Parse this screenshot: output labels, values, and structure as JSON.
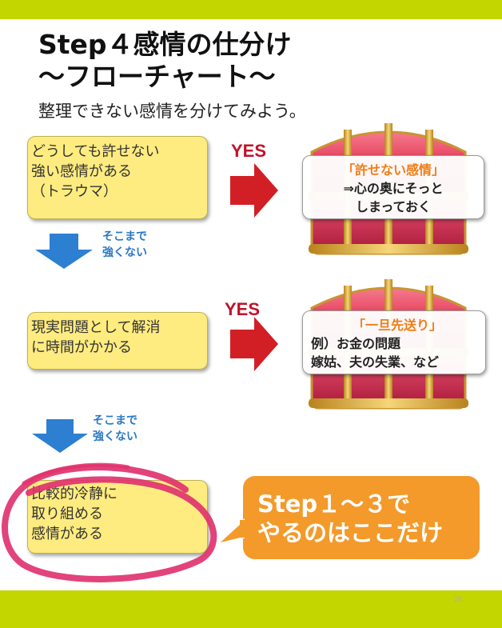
{
  "title": {
    "line1": "Step４感情の仕分け",
    "line2": "～フローチャート～"
  },
  "subtitle": "整理できない感情を分けてみよう。",
  "flow": [
    {
      "box_lines": [
        "どうしても許せない",
        "強い感情がある",
        "（トラウマ）"
      ],
      "yes_label": "YES",
      "result_title": "「許せない感情」",
      "result_lines": [
        "⇒心の奥にそっと",
        "しまっておく"
      ],
      "no_label": [
        "そこまで",
        "強くない"
      ]
    },
    {
      "box_lines": [
        "現実問題として解消",
        "に時間がかかる"
      ],
      "yes_label": "YES",
      "result_title": "「一旦先送り」",
      "result_lines": [
        "例）お金の問題",
        "嫁姑、夫の失業、など"
      ],
      "no_label": [
        "そこまで",
        "強くない"
      ]
    },
    {
      "box_lines": [
        "比較的冷静に",
        "取り組める",
        "感情がある"
      ]
    }
  ],
  "callout": {
    "lines": [
      "Step１～３で",
      "やるのはここだけ"
    ]
  },
  "page_number": "26",
  "colors": {
    "top_bar": "#c3d600",
    "box_fill": "#ffec80",
    "yes_red": "#c0122a",
    "arrow_red": "#d21f26",
    "arrow_blue": "#2d7fd2",
    "callout_orange": "#f39a2b",
    "circle_pink": "#e0336f",
    "chest_red": "#e23b55",
    "chest_gold": "#d8a23a"
  }
}
